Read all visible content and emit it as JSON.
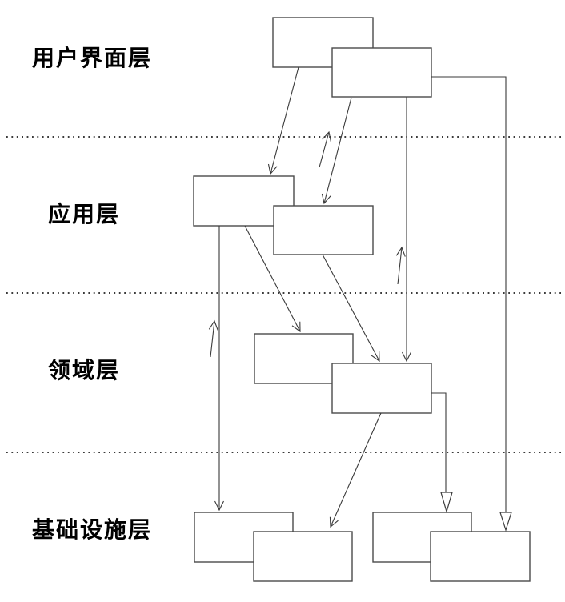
{
  "diagram": {
    "type": "layered-architecture",
    "layers": [
      {
        "id": "ui",
        "label": "用户界面层"
      },
      {
        "id": "application",
        "label": "应用层"
      },
      {
        "id": "domain",
        "label": "领域层"
      },
      {
        "id": "infrastructure",
        "label": "基础设施层"
      }
    ],
    "colors": {
      "background": "#ffffff",
      "box_fill": "#ffffff",
      "box_stroke": "#4a4a4a",
      "arrow_stroke": "#3a3a3a",
      "separator": "#1f1f1f",
      "text": "#000000"
    }
  }
}
